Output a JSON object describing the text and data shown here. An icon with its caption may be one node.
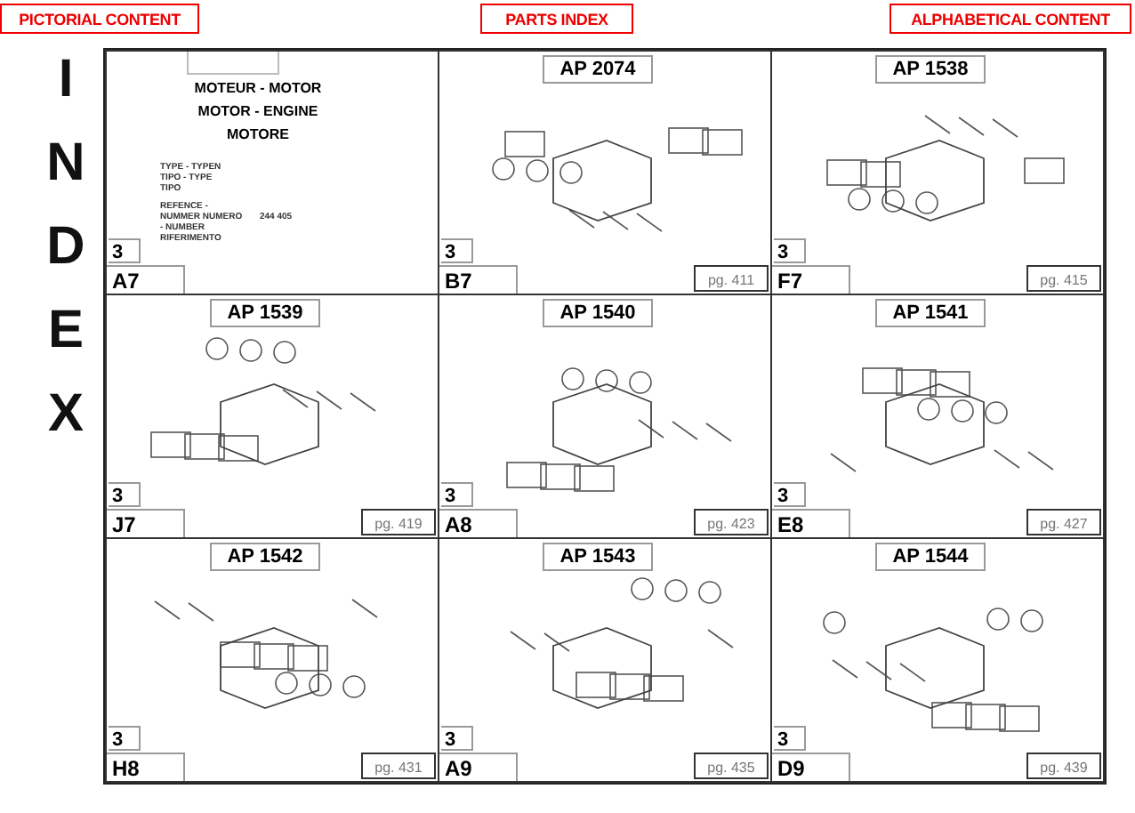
{
  "diagram": {
    "nodes": [
      {
        "text": [
          "MOTEUR - MOTOR MOTOR - ENGINE MOTORE",
          "TYPE - TYPEN TIPO - TYPE TIPO",
          "REFENCE - NUMMER NUMERO - NUMBER RIFERIMENTO",
          "244 405",
          "3",
          "A7"
        ]
      },
      {
        "text": [
          "AP 2074",
          "3",
          "B7",
          "pg. 411"
        ]
      },
      {
        "text": [
          "AP 1538",
          "3",
          "F7",
          "pg. 415"
        ]
      },
      {
        "text": [
          "AP 1539",
          "3",
          "J7",
          "pg. 419"
        ]
      },
      {
        "text": [
          "AP 1540",
          "3",
          "A8",
          "pg. 423"
        ]
      },
      {
        "text": [
          "AP 1541",
          "3",
          "E8",
          "pg. 427"
        ]
      },
      {
        "text": [
          "AP 1542",
          "3",
          "H8",
          "pg. 431"
        ]
      },
      {
        "text": [
          "AP 1543",
          "3",
          "A9",
          "pg. 435"
        ]
      },
      {
        "text": [
          "AP 1544",
          "3",
          "D9",
          "pg. 439"
        ]
      }
    ],
    "labels": [
      "PICTORIAL CONTENT",
      "PARTS INDEX",
      "ALPHABETICAL CONTENT",
      "I",
      "N",
      "D",
      "E",
      "X"
    ]
  }
}
